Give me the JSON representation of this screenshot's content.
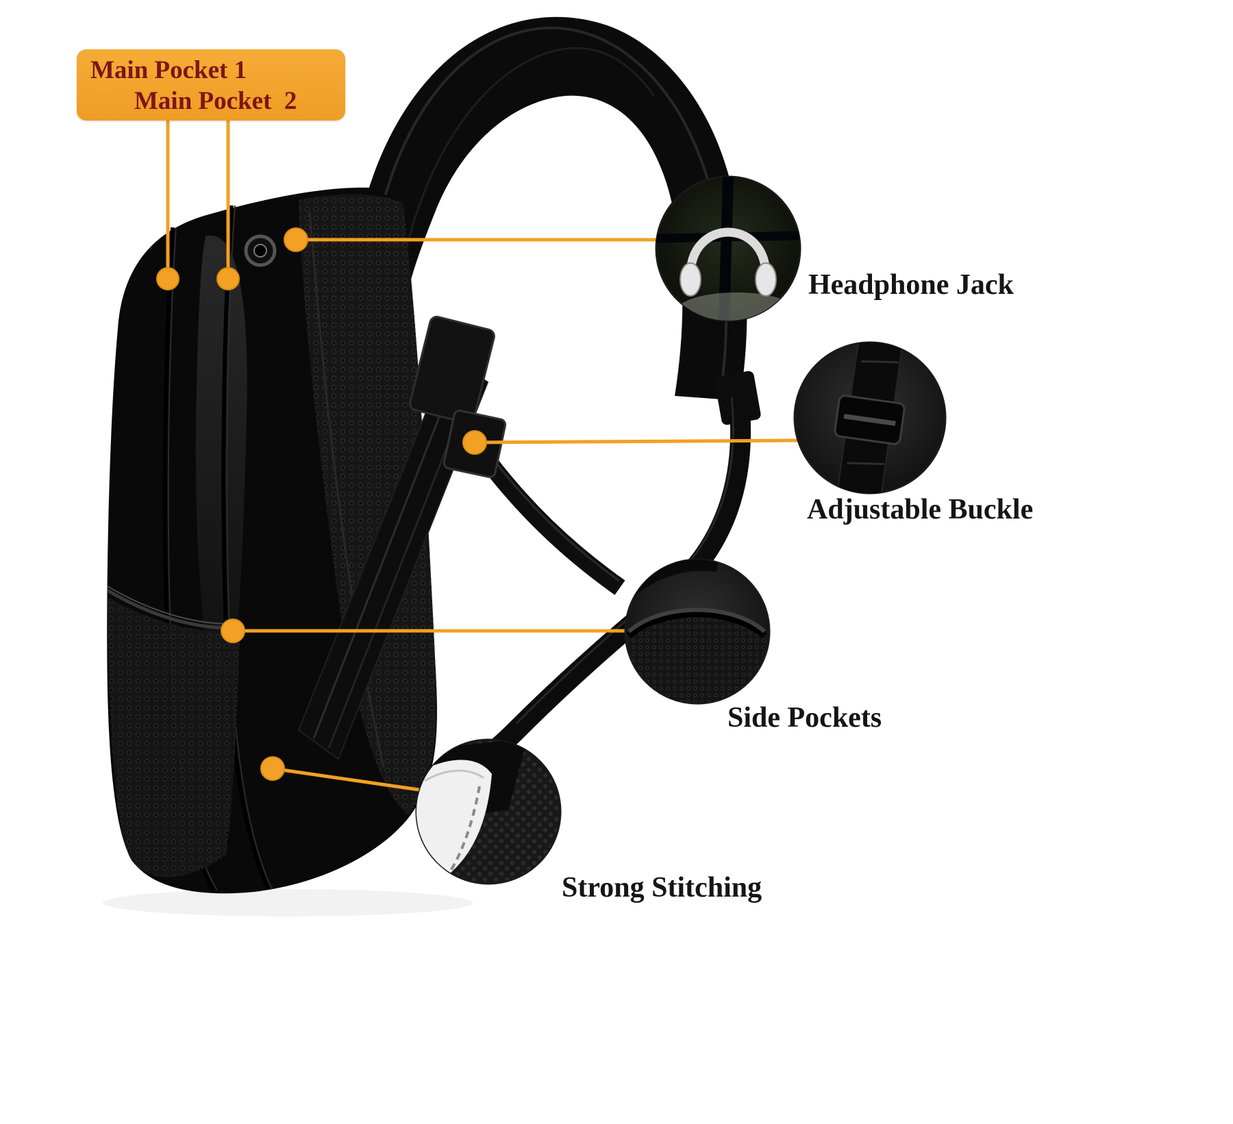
{
  "colors": {
    "background": "#ffffff",
    "accent_orange": "#f2a124",
    "label_box_background": "#f0a22e",
    "label_box_text": "#7d1517",
    "callout_text": "#151515",
    "bag_black": "#0a0a0a"
  },
  "pocket_label_box": {
    "line1": "Main Pocket 1",
    "line2": "Main Pocket  2"
  },
  "callouts": {
    "headphone_jack": {
      "label": "Headphone Jack"
    },
    "adjustable_buckle": {
      "label": "Adjustable Buckle"
    },
    "side_pockets": {
      "label": "Side Pockets"
    },
    "strong_stitching": {
      "label": "Strong Stitching"
    }
  },
  "insets": {
    "headphone_jack": {
      "icon": "headphones-icon"
    },
    "adjustable_buckle": {
      "icon": "buckle-icon"
    },
    "side_pockets": {
      "icon": "mesh-pocket-icon"
    },
    "strong_stitching": {
      "icon": "stitching-icon"
    }
  }
}
